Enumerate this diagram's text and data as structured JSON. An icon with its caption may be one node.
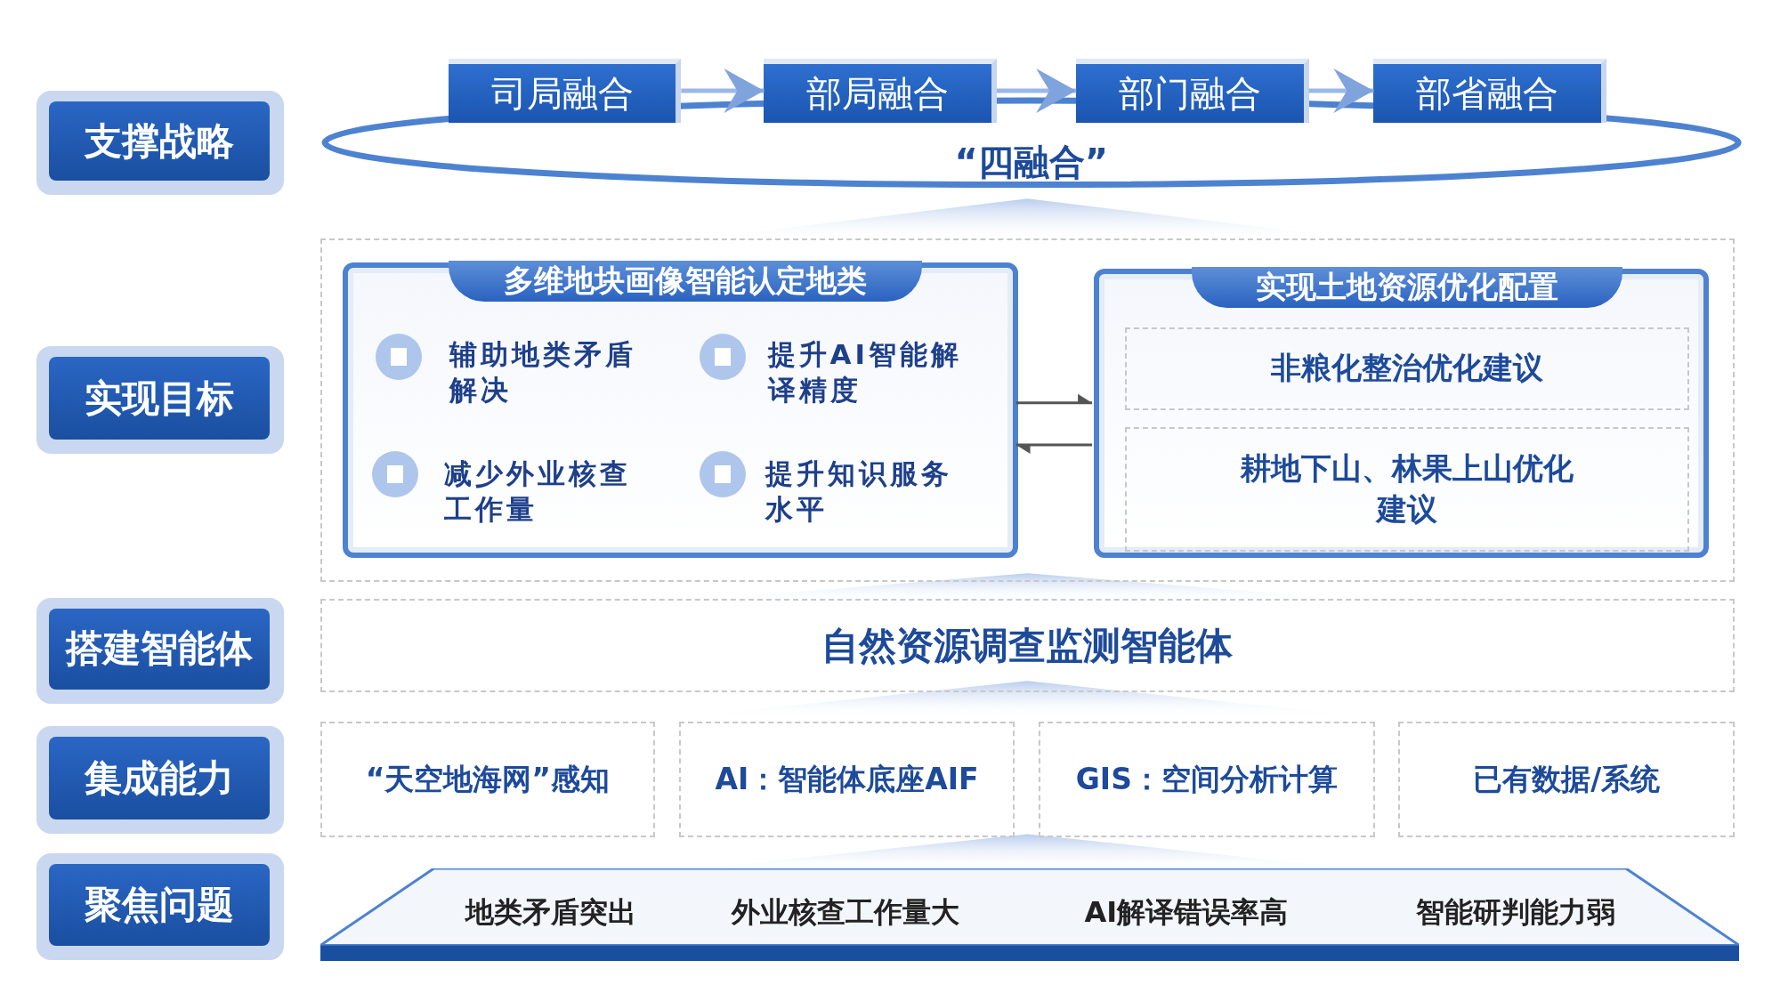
{
  "diagram": {
    "nodes": [
      {
        "text": [
          "支撑战略"
        ]
      },
      {
        "text": [
          "实现目标"
        ]
      },
      {
        "text": [
          "搭建智能体"
        ]
      },
      {
        "text": [
          "集成能力"
        ]
      },
      {
        "text": [
          "聚焦问题"
        ]
      },
      {
        "text": [
          "“四融合”"
        ]
      },
      {
        "text": [
          "司局融合"
        ]
      },
      {
        "text": [
          "部局融合"
        ]
      },
      {
        "text": [
          "部门融合"
        ]
      },
      {
        "text": [
          "部省融合"
        ]
      },
      {
        "text": [],
        "shape": "box"
      },
      {
        "text": [
          "多维地块画像智能认定地类",
          "辅助地类矛盾解决",
          "提升AI智能解译精度",
          "减少外业核查工作量",
          "提升知识服务水平"
        ],
        "in": 10
      },
      {
        "text": [
          "实现土地资源优化配置"
        ],
        "in": 10
      },
      {
        "text": [
          "非粮化整治优化建议"
        ],
        "in": 12
      },
      {
        "text": [
          "耕地下山、林果上山优化建议"
        ],
        "in": 12
      },
      {
        "text": [
          "自然资源调查监测智能体"
        ]
      },
      {
        "text": [
          "“天空地海网”感知"
        ]
      },
      {
        "text": [
          "AI：智能体底座AIF"
        ]
      },
      {
        "text": [
          "GIS：空间分析计算"
        ]
      },
      {
        "text": [
          "已有数据/系统"
        ]
      },
      {
        "text": [
          "地类矛盾突出",
          "外业核查工作量大",
          "AI解译错误率高",
          "智能研判能力弱"
        ]
      }
    ],
    "edges": [
      {
        "from": 6,
        "to": 7,
        "arrow": "to"
      },
      {
        "from": 7,
        "to": 8,
        "arrow": "to"
      },
      {
        "from": 8,
        "to": 9,
        "arrow": "to"
      },
      {
        "from": 11,
        "to": 12,
        "arrow": "to",
        "color": "#555555"
      },
      {
        "from": 12,
        "to": 11,
        "arrow": "to",
        "color": "#555555"
      }
    ]
  }
}
